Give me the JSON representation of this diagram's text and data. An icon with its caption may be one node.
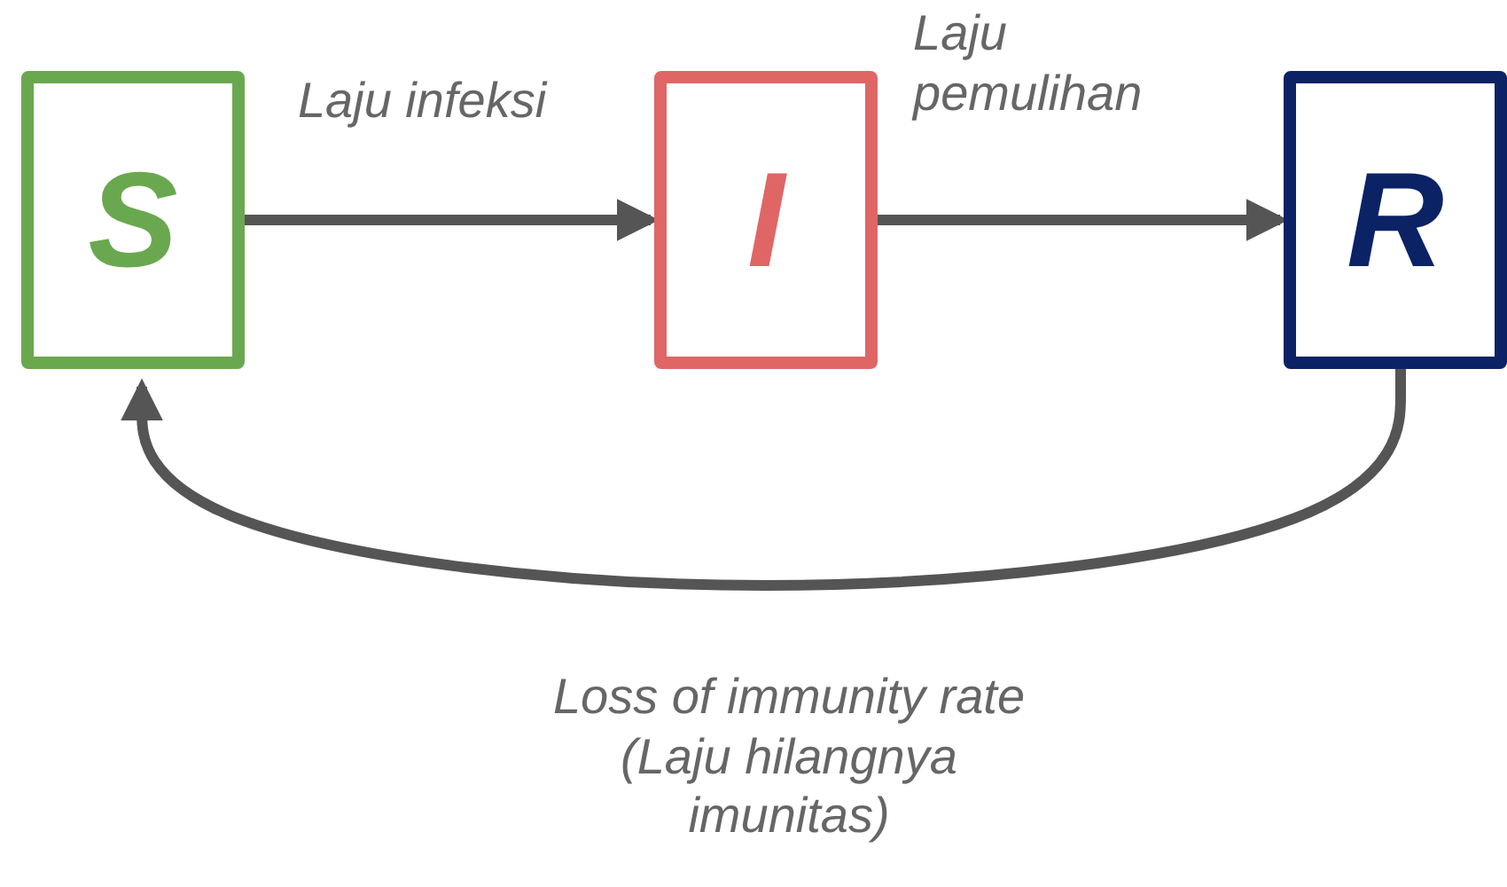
{
  "diagram": {
    "nodes": [
      {
        "text": [
          "S"
        ]
      },
      {
        "text": [
          "I"
        ]
      },
      {
        "text": [
          "R"
        ]
      }
    ],
    "edges": [
      {
        "from": 0,
        "to": 1,
        "arrow": "to",
        "label": "Laju infeksi"
      },
      {
        "from": 1,
        "to": 2,
        "arrow": "to",
        "label": "Laju pemulihan"
      },
      {
        "from": 2,
        "to": 0,
        "arrow": "to",
        "label": "Loss of immunity rate (Laju hilangnya imunitas)"
      }
    ]
  }
}
